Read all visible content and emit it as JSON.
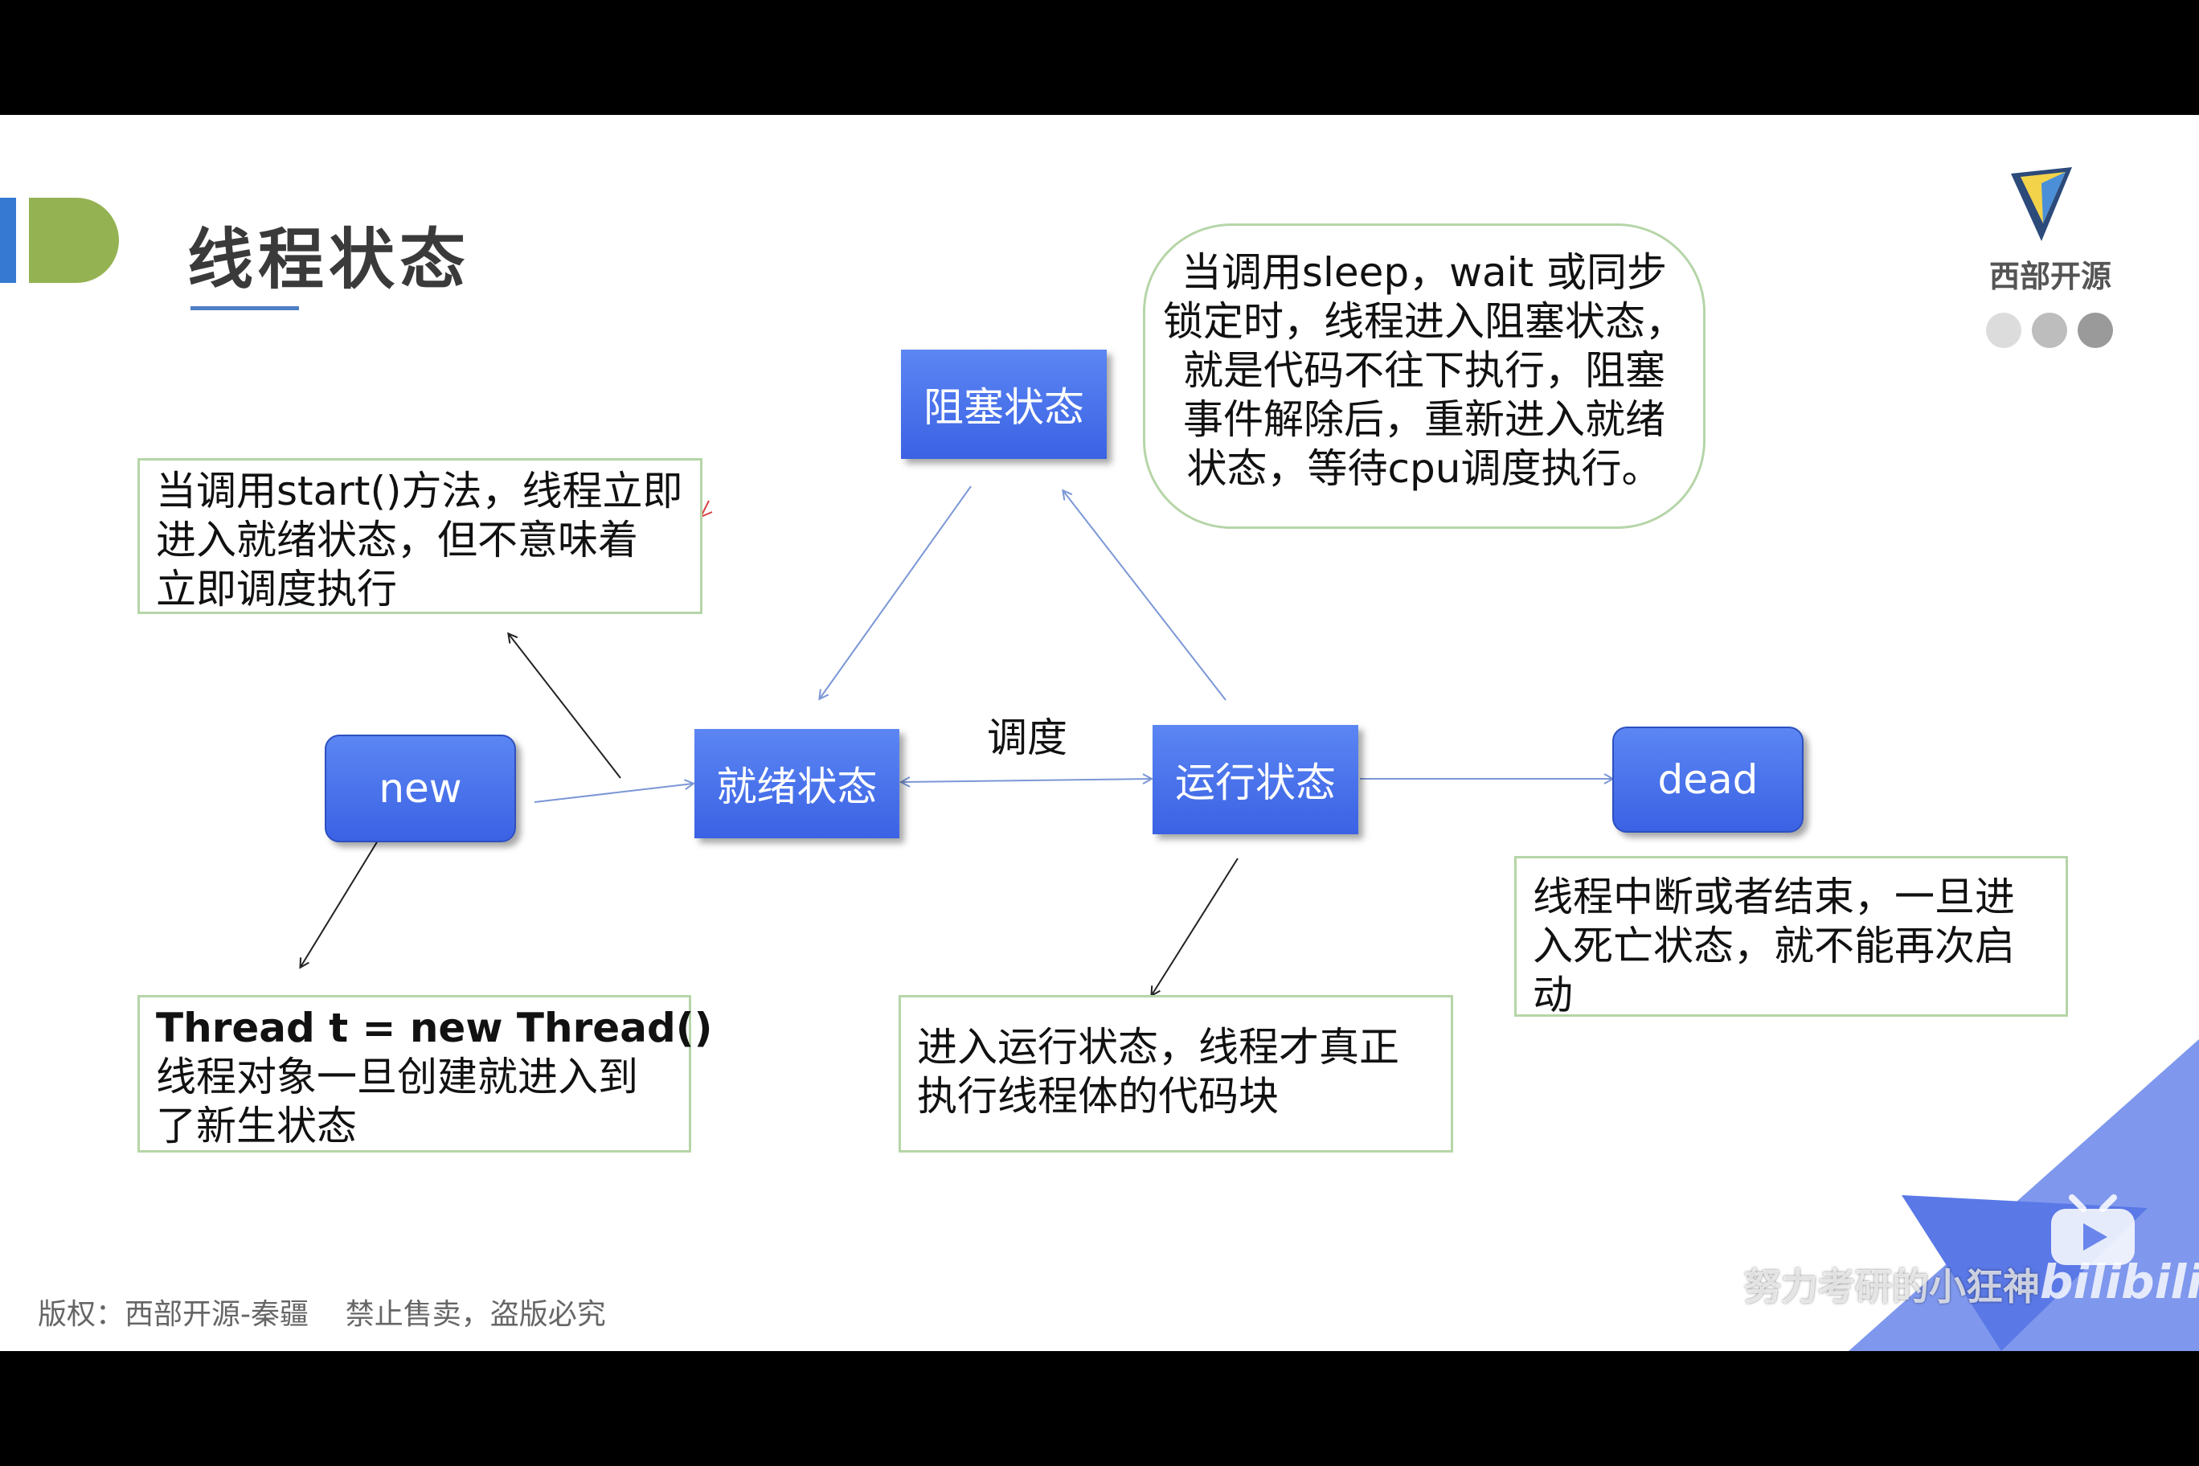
{
  "slide": {
    "title": "线程状态",
    "logo_text": "西部开源",
    "copyright": "版权：西部开源-秦疆    禁止售卖，盗版必究",
    "watermark": "努力考研的小狂神",
    "bili_text": "bilibili"
  },
  "states": {
    "new": "new",
    "ready": "就绪状态",
    "running": "运行状态",
    "blocked": "阻塞状态",
    "dead": "dead"
  },
  "edge_label": "调度",
  "notes": {
    "start": [
      "当调用start()方法，线程立即",
      "进入就绪状态，但不意味着",
      "立即调度执行"
    ],
    "new_thread_code": "Thread t = new Thread()",
    "new_thread": [
      "线程对象一旦创建就进入到",
      "了新生状态"
    ],
    "running": [
      "进入运行状态，线程才真正",
      "执行线程体的代码块"
    ],
    "dead": [
      "线程中断或者结束，一旦进",
      "入死亡状态，就不能再次启",
      "动"
    ],
    "blocked": [
      "当调用sleep，wait 或同步",
      "锁定时，线程进入阻塞状态，",
      "就是代码不往下执行，阻塞",
      "事件解除后，重新进入就绪",
      "状态，等待cpu调度执行。"
    ]
  },
  "colors": {
    "state_fill": "#4a74ee",
    "note_border": "#b6d5a8",
    "arrow_blue": "#7b97d6",
    "arrow_black": "#222222",
    "accent_green": "#95b253",
    "accent_blue": "#3579d2"
  }
}
